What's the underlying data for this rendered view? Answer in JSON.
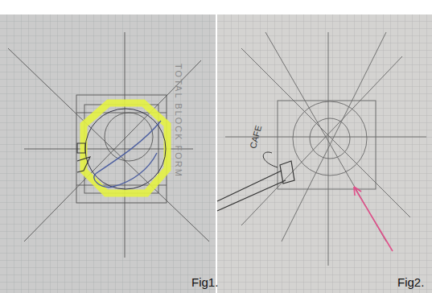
{
  "diagram": {
    "labels": [
      "TOTAL BLOCK FORM",
      "CAFE",
      "Fig1.",
      "Fig2."
    ]
  }
}
